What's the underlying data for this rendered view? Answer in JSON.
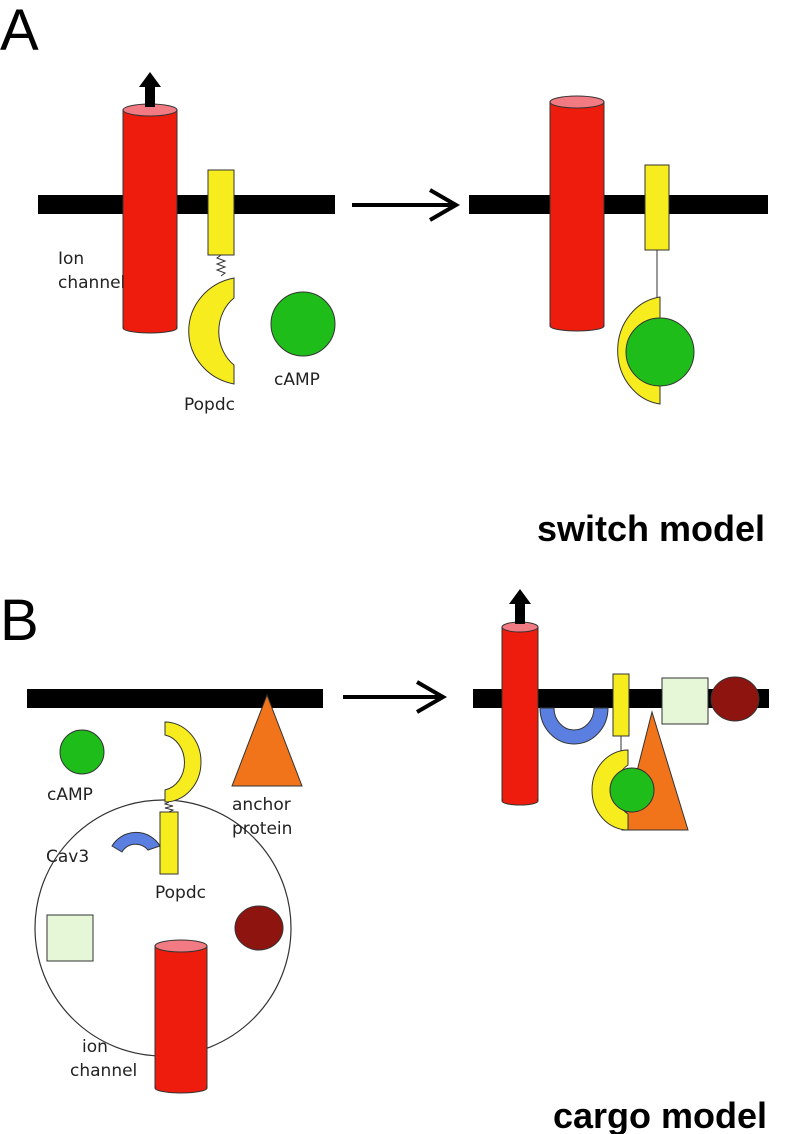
{
  "panels": [
    {
      "letter": "A",
      "model_title": "switch model"
    },
    {
      "letter": "B",
      "model_title": "cargo model"
    }
  ],
  "labels": {
    "a_ion_channel_line1": "Ion",
    "a_ion_channel_line2": "channel",
    "a_popdc": "Popdc",
    "a_camp": "cAMP",
    "b_camp": "cAMP",
    "b_anchor_line1": "anchor",
    "b_anchor_line2": "protein",
    "b_cav3": "Cav3",
    "b_popdc": "Popdc",
    "b_ion_channel_line1": "ion",
    "b_ion_channel_line2": "channel"
  },
  "colors": {
    "membrane": "#000000",
    "ion_channel": "#ee1c0c",
    "ion_channel_top": "#f27a82",
    "popdc": "#f7ec1e",
    "camp": "#1fbd1a",
    "cav3": "#5a7fe0",
    "anchor_protein": "#f2741a",
    "square_protein": "#e6f7d8",
    "dark_red_protein": "#8e1410"
  }
}
